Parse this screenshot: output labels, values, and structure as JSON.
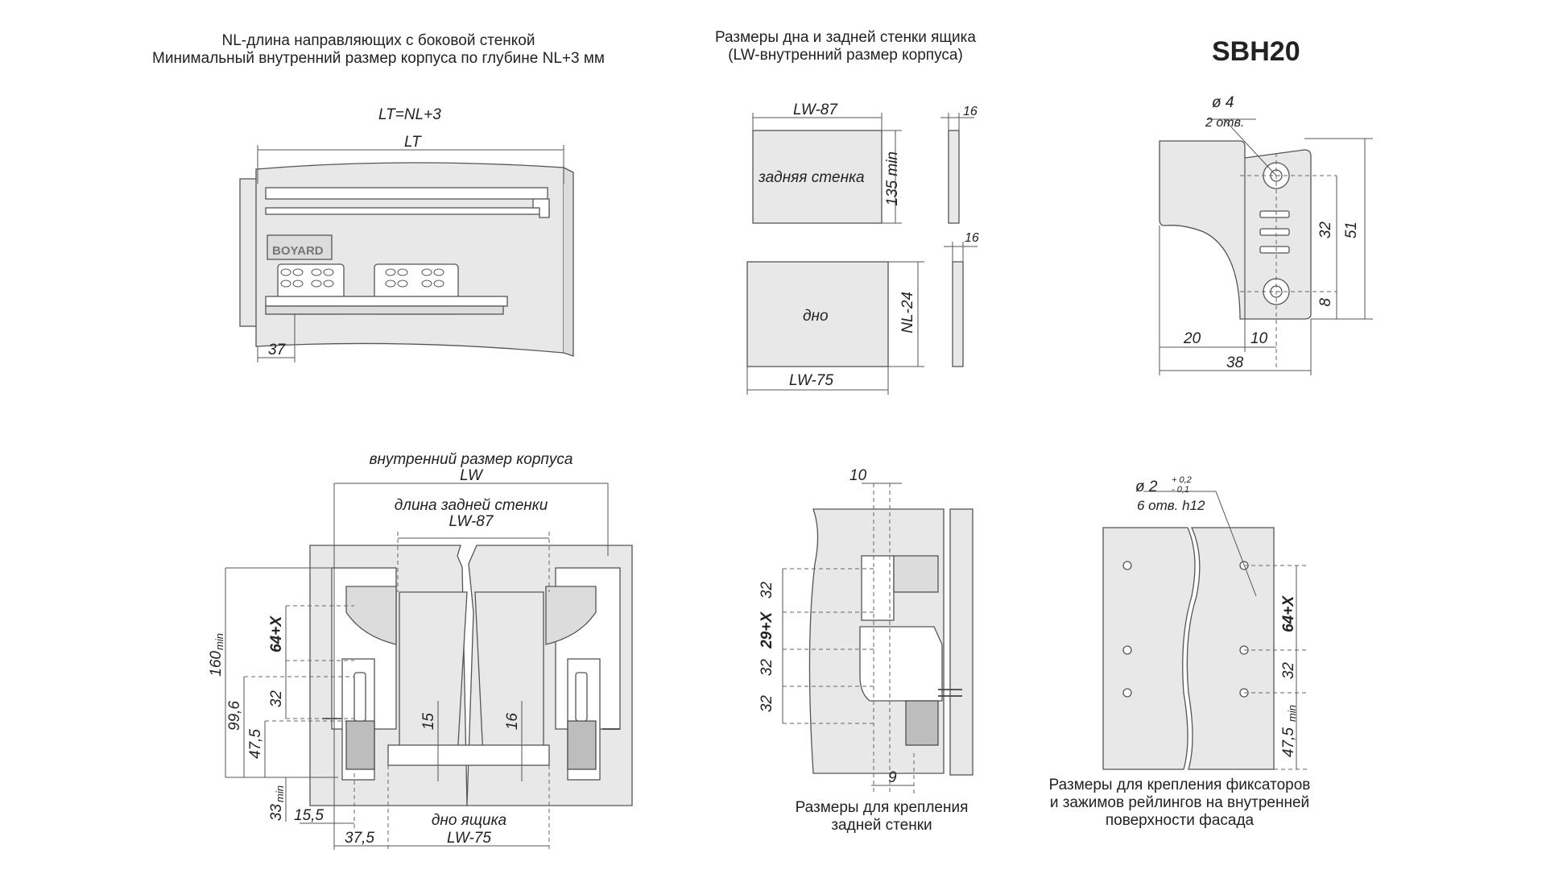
{
  "header": {
    "left_line1": "NL-длина направляющих с боковой стенкой",
    "left_line2": "Минимальный внутренний размер корпуса по глубине NL+3 мм",
    "mid_line1": "Размеры дна и задней стенки ящика",
    "mid_line2": "(LW-внутренний размер корпуса)",
    "model": "SBH20"
  },
  "side_view": {
    "formula": "LT=NL+3",
    "lt": "LT",
    "dim_37": "37",
    "brand": "BOYARD"
  },
  "panels": {
    "back_width": "LW-87",
    "back_thickness": "16",
    "back_label": "задняя стенка",
    "back_height": "135 min",
    "bottom_thickness": "16",
    "bottom_label": "дно",
    "bottom_depth": "NL-24",
    "bottom_width": "LW-75"
  },
  "bracket": {
    "hole_dia": "ø 4",
    "hole_count": "2 отв.",
    "d32": "32",
    "d51": "51",
    "d8": "8",
    "d20": "20",
    "d10": "10",
    "d38": "38"
  },
  "front_view": {
    "inner_label": "внутренний размер корпуса",
    "lw": "LW",
    "back_len_label": "длина задней стенки",
    "back_len": "LW-87",
    "d160": "160",
    "d160_suffix": "min",
    "d64x": "64+X",
    "d32": "32",
    "d99": "99,6",
    "d47": "47,5",
    "d33": "33",
    "d33_suffix": "min",
    "d15": "15",
    "d16": "16",
    "d15_5": "15,5",
    "d37_5": "37,5",
    "bottom_label": "дно ящика",
    "bottom_len": "LW-75"
  },
  "back_mount": {
    "d10": "10",
    "d32a": "32",
    "d29x": "29+X",
    "d32b": "32",
    "d32c": "32",
    "d9": "9",
    "caption1": "Размеры для крепления",
    "caption2": "задней стенки"
  },
  "facade": {
    "hole_dia": "ø 2",
    "tol_plus": "+ 0,2",
    "tol_minus": "- 0,1",
    "hole_spec": "6 отв. h12",
    "d64x": "64+X",
    "d32": "32",
    "d47_5": "47,5",
    "d47_5_suffix": "min",
    "caption1": "Размеры для крепления фиксаторов",
    "caption2": "и зажимов рейлингов на внутренней",
    "caption3": "поверхности фасада"
  }
}
